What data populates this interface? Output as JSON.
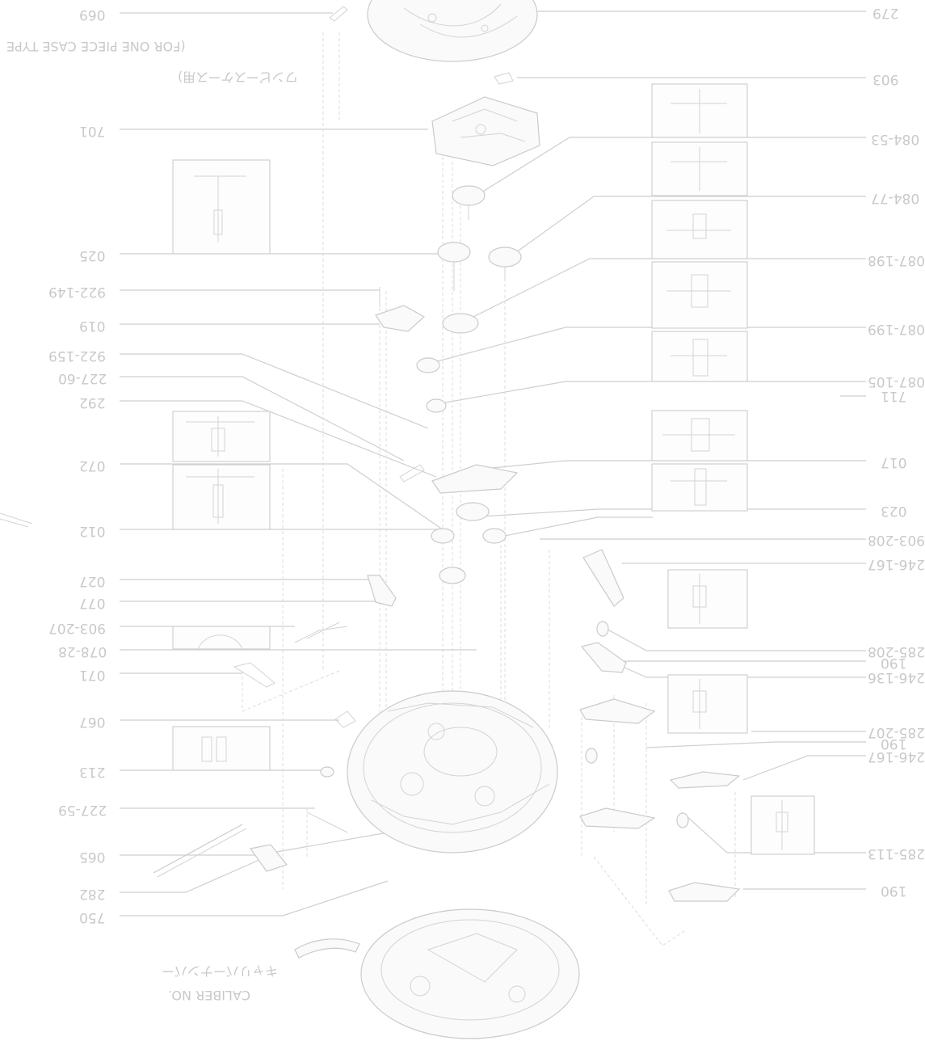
{
  "labels_left": [
    {
      "id": "l069",
      "text": "069"
    },
    {
      "id": "l701",
      "text": "701"
    },
    {
      "id": "l025",
      "text": "025"
    },
    {
      "id": "l922149",
      "text": "922-149"
    },
    {
      "id": "l019",
      "text": "019"
    },
    {
      "id": "l922159",
      "text": "922-159"
    },
    {
      "id": "l22760",
      "text": "227-60"
    },
    {
      "id": "l292",
      "text": "292"
    },
    {
      "id": "l072",
      "text": "072"
    },
    {
      "id": "l012",
      "text": "012"
    },
    {
      "id": "l027",
      "text": "027"
    },
    {
      "id": "l077",
      "text": "077"
    },
    {
      "id": "l903207",
      "text": "903-207"
    },
    {
      "id": "l07828",
      "text": "078-28"
    },
    {
      "id": "l071",
      "text": "071"
    },
    {
      "id": "l067",
      "text": "067"
    },
    {
      "id": "l213",
      "text": "213"
    },
    {
      "id": "l22759",
      "text": "227-59"
    },
    {
      "id": "l065",
      "text": "065"
    },
    {
      "id": "l282",
      "text": "282"
    },
    {
      "id": "l750",
      "text": "750"
    }
  ],
  "labels_right": [
    {
      "id": "r279",
      "text": "279"
    },
    {
      "id": "r903",
      "text": "903"
    },
    {
      "id": "r08453",
      "text": "084-53"
    },
    {
      "id": "r08477",
      "text": "084-77"
    },
    {
      "id": "r087198",
      "text": "087-198"
    },
    {
      "id": "r087199",
      "text": "087-199"
    },
    {
      "id": "r087105",
      "text": "087-105"
    },
    {
      "id": "r711",
      "text": "711"
    },
    {
      "id": "r017",
      "text": "017"
    },
    {
      "id": "r023",
      "text": "023"
    },
    {
      "id": "r903208",
      "text": "903-208"
    },
    {
      "id": "r246167a",
      "text": "246-167"
    },
    {
      "id": "r285208",
      "text": "285-208"
    },
    {
      "id": "r190a",
      "text": "190"
    },
    {
      "id": "r246136",
      "text": "246-136"
    },
    {
      "id": "r285207",
      "text": "285-207"
    },
    {
      "id": "r190b",
      "text": "190"
    },
    {
      "id": "r246167b",
      "text": "246-167"
    },
    {
      "id": "r285113",
      "text": "285-113"
    },
    {
      "id": "r190c",
      "text": "190"
    }
  ],
  "notes": {
    "case_type_en": "(FOR ONE PIECE CASE TYPE",
    "case_type_jp": "ワンピースケース用)",
    "caliber_jp": "キャリバーナンバー",
    "caliber_en": "CALIBER NO."
  }
}
